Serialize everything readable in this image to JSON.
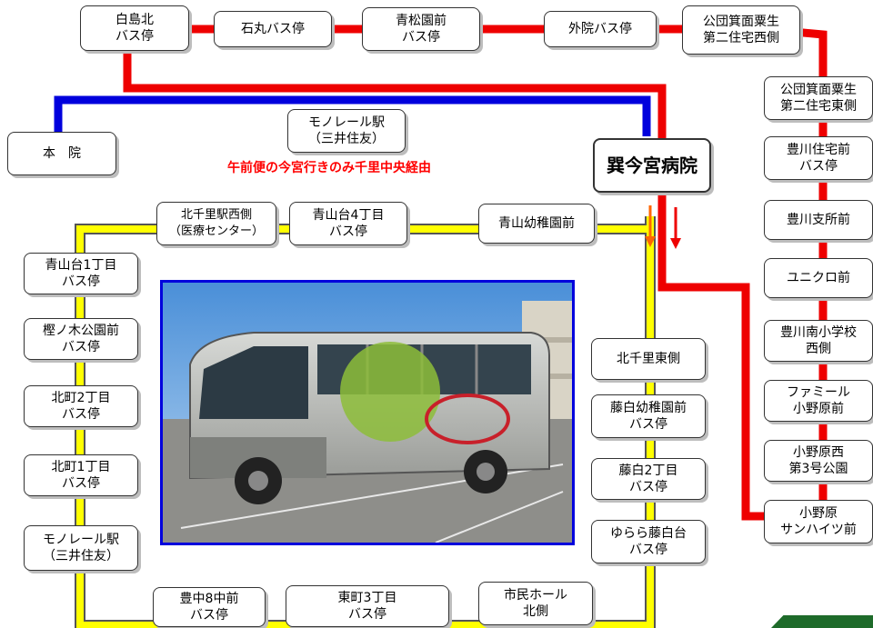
{
  "stops": {
    "shirashima_kita": "白島北\nバス停",
    "ishimaru": "石丸バス停",
    "aomatsuenmae": "青松園前\nバス停",
    "gaiin": "外院バス停",
    "koudan_nishi": "公団箕面粟生\n第二住宅西側",
    "koudan_higashi": "公団箕面粟生\n第二住宅東側",
    "honin": "本　院",
    "monorail_top": "モノレール駅\n（三井住友）",
    "hub": "巽今宮病院",
    "kitasenri_nishi": "北千里駅西側\n（医療センター）",
    "aoyamadai4": "青山台4丁目\nバス停",
    "aoyama_youchien": "青山幼稚園前",
    "toyokawa_jutaku": "豊川住宅前\nバス停",
    "toyokawa_shisho": "豊川支所前",
    "uniqlo": "ユニクロ前",
    "toyokawa_minami": "豊川南小学校\n西側",
    "famille": "ファミール\n小野原前",
    "onohara_nishi": "小野原西\n第3号公園",
    "onohara_sunheights": "小野原\nサンハイツ前",
    "aoyamadai1": "青山台1丁目\nバス停",
    "kashinoki": "樫ノ木公園前\nバス停",
    "kitamachi2": "北町2丁目\nバス停",
    "kitamachi1": "北町1丁目\nバス停",
    "monorail_bottom": "モノレール駅\n（三井住友）",
    "kitasenri_higashi": "北千里東側",
    "fujishiro_youchien": "藤白幼稚園前\nバス停",
    "fujishiro2": "藤白2丁目\nバス停",
    "yurara": "ゆらら藤白台\nバス停",
    "toyonaka8": "豊中8中前\nバス停",
    "higashimachi3": "東町3丁目\nバス停",
    "shimin_hall": "市民ホール\n北側"
  },
  "note": "午前便の今宮行きのみ千里中央経由",
  "colors": {
    "red_route": "#ee0000",
    "blue_route": "#0000dd",
    "yellow_route": "#ffff00",
    "photo_border": "#0000dd"
  },
  "icons": [
    "down-arrow-icon",
    "down-arrow-icon"
  ]
}
